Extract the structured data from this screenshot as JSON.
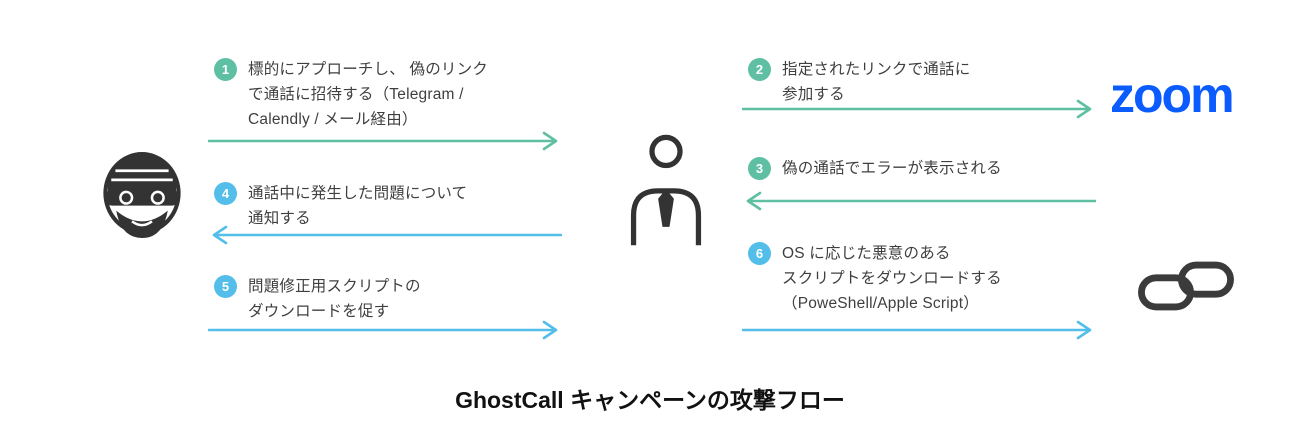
{
  "caption": "GhostCall キャンペーンの攻撃フロー",
  "zoom_logo": "zoom",
  "colors": {
    "teal": "#5FBFA3",
    "blue": "#53BEE9",
    "zoom-blue": "#0B5CFF",
    "icon": "#3B3B3B",
    "text": "#3F3F3F"
  },
  "steps": [
    {
      "num": "1",
      "color": "teal",
      "direction": "right",
      "text": "標的にアプローチし、 偽のリンク\nで通話に招待する（Telegram /\nCalendly / メール経由）"
    },
    {
      "num": "2",
      "color": "teal",
      "direction": "right",
      "text": "指定されたリンクで通話に\n参加する"
    },
    {
      "num": "3",
      "color": "teal",
      "direction": "left",
      "text": "偽の通話でエラーが表示される"
    },
    {
      "num": "4",
      "color": "blue",
      "direction": "left",
      "text": "通話中に発生した問題について\n通知する"
    },
    {
      "num": "5",
      "color": "blue",
      "direction": "right",
      "text": "問題修正用スクリプトの\nダウンロードを促す"
    },
    {
      "num": "6",
      "color": "blue",
      "direction": "right",
      "text": "OS に応じた悪意のある\nスクリプトをダウンロードする\n（PoweShell/Apple Script）"
    }
  ]
}
